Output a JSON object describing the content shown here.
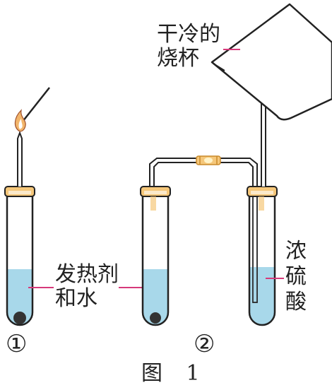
{
  "labels": {
    "beaker": "干冷的\n烧杯",
    "heater_water": "发热剂\n和水",
    "acid": "浓\n硫\n酸"
  },
  "markers": {
    "setup1": "①",
    "setup2": "②"
  },
  "caption": "图 1",
  "colors": {
    "liquid": "#a8d8ea",
    "flame_outer": "#f2b56b",
    "flame_inner": "#ffffff",
    "stopper": "#f5c77a",
    "leader": "#d63a7a",
    "outline": "#222222"
  }
}
